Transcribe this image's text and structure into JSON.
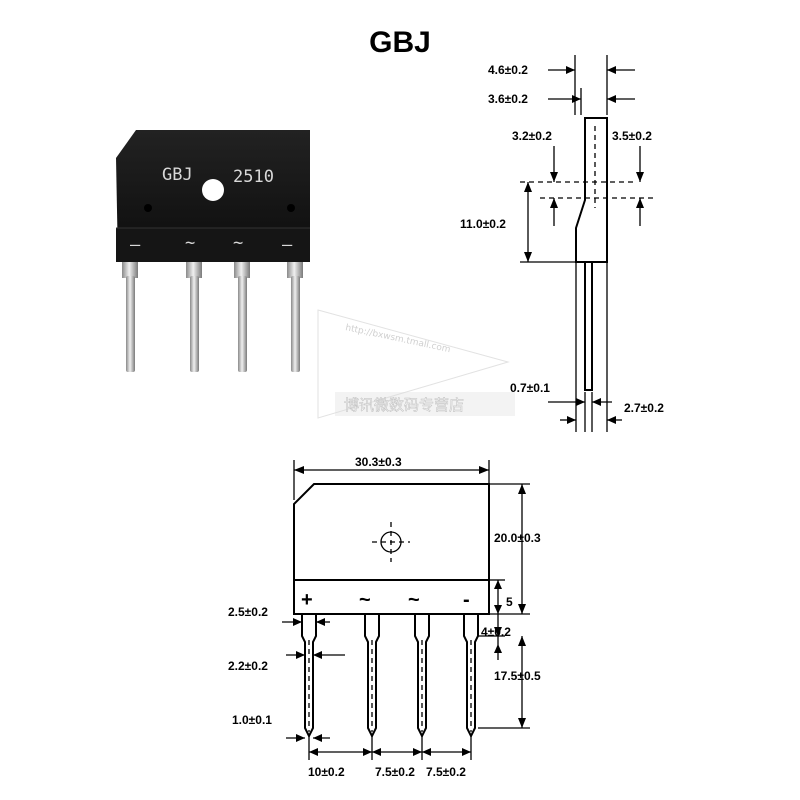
{
  "title": "GBJ",
  "photo": {
    "brand": "GBJ",
    "part_number": "2510",
    "pin_marks": [
      "—",
      "~",
      "~",
      "—"
    ]
  },
  "side_view": {
    "dims": [
      "4.6±0.2",
      "3.6±0.2",
      "3.2±0.2",
      "3.5±0.2",
      "11.0±0.2",
      "0.7±0.1",
      "2.7±0.2"
    ]
  },
  "front_view": {
    "pin_labels": [
      "+",
      "~",
      "~",
      "-"
    ],
    "dims": [
      "30.3±0.3",
      "20.0±0.3",
      "5",
      "2.5±0.2",
      "4±0.2",
      "2.2±0.2",
      "17.5±0.5",
      "1.0±0.1",
      "10±0.2",
      "7.5±0.2",
      "7.5±0.2"
    ]
  },
  "watermark": {
    "url": "http://bxwsm.tmall.com",
    "store": "博讯微数码专营店"
  }
}
